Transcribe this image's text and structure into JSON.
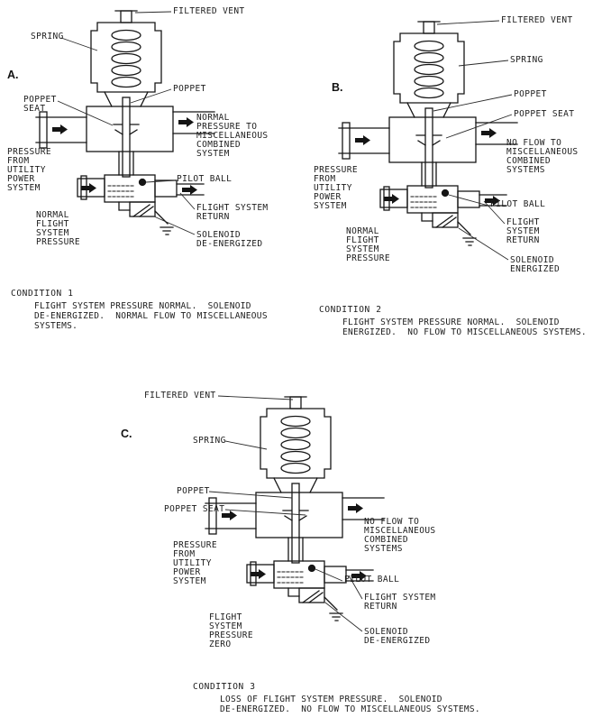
{
  "colors": {
    "ink": "#1c1c1c",
    "paper": "#ffffff"
  },
  "diagrams": {
    "a": {
      "letter": "A.",
      "labels": {
        "filtered_vent": "FILTERED VENT",
        "spring": "SPRING",
        "poppet": "POPPET",
        "poppet_seat": "POPPET\nSEAT",
        "outlet": "NORMAL\nPRESSURE TO\nMISCELLANEOUS\nCOMBINED\nSYSTEM",
        "inlet": "PRESSURE\nFROM\nUTILITY\nPOWER\nSYSTEM",
        "pilot_ball": "PILOT BALL",
        "flight_return": "FLIGHT SYSTEM\nRETURN",
        "flight_pressure": "NORMAL\nFLIGHT\nSYSTEM\nPRESSURE",
        "solenoid": "SOLENOID\nDE-ENERGIZED"
      },
      "condition": {
        "title": "CONDITION 1",
        "text": "FLIGHT SYSTEM PRESSURE NORMAL.  SOLENOID\nDE-ENERGIZED.  NORMAL FLOW TO MISCELLANEOUS\nSYSTEMS."
      }
    },
    "b": {
      "letter": "B.",
      "labels": {
        "filtered_vent": "FILTERED VENT",
        "spring": "SPRING",
        "poppet": "POPPET",
        "poppet_seat": "POPPET SEAT",
        "outlet": "NO FLOW TO\nMISCELLANEOUS\nCOMBINED\nSYSTEMS",
        "inlet": "PRESSURE\nFROM\nUTILITY\nPOWER\nSYSTEM",
        "pilot_ball": "PILOT BALL",
        "flight_return": "FLIGHT\nSYSTEM\nRETURN",
        "flight_pressure": "NORMAL\nFLIGHT\nSYSTEM\nPRESSURE",
        "solenoid": "SOLENOID\nENERGIZED"
      },
      "condition": {
        "title": "CONDITION 2",
        "text": "FLIGHT SYSTEM PRESSURE NORMAL.  SOLENOID\nENERGIZED.  NO FLOW TO MISCELLANEOUS SYSTEMS."
      }
    },
    "c": {
      "letter": "C.",
      "labels": {
        "filtered_vent": "FILTERED VENT",
        "spring": "SPRING",
        "poppet": "POPPET",
        "poppet_seat": "POPPET SEAT",
        "outlet": "NO FLOW TO\nMISCELLANEOUS\nCOMBINED\nSYSTEMS",
        "inlet": "PRESSURE\nFROM\nUTILITY\nPOWER\nSYSTEM",
        "pilot_ball": "PILOT BALL",
        "flight_return": "FLIGHT SYSTEM\nRETURN",
        "flight_pressure": "FLIGHT\nSYSTEM\nPRESSURE\nZERO",
        "solenoid": "SOLENOID\nDE-ENERGIZED"
      },
      "condition": {
        "title": "CONDITION 3",
        "text": "LOSS OF FLIGHT SYSTEM PRESSURE.  SOLENOID\nDE-ENERGIZED.  NO FLOW TO MISCELLANEOUS SYSTEMS."
      }
    }
  }
}
